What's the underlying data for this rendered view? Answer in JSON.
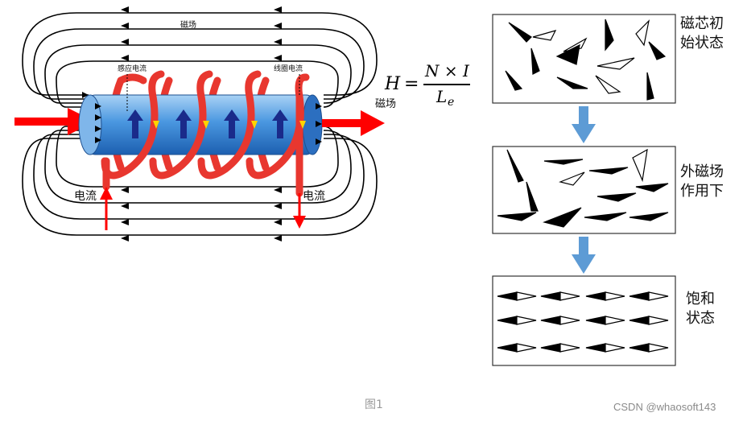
{
  "diagram": {
    "labels": {
      "magnetic_field_top": "磁场",
      "induced_current": "感应电流",
      "coil_current": "线圈电流",
      "current_left": "电流",
      "current_right": "电流",
      "magnetic_field_left": "磁场"
    },
    "formula": {
      "lhs": "H",
      "equals": "=",
      "numerator": "N × I",
      "denominator_base": "L",
      "denominator_sub": "e"
    },
    "stages": [
      {
        "label": "磁芯初始状态"
      },
      {
        "label": "外磁场作用下"
      },
      {
        "label": "饱和状态"
      }
    ],
    "caption": "图1",
    "watermark": "CSDN @whaosoft143",
    "colors": {
      "coil": "#e8372f",
      "rod": "#3a86d8",
      "arrow_red": "#ff0000",
      "flow_arrow": "#4f8fcc",
      "inner_arrow": "#1a2a8a",
      "yellow_arrow": "#ffd400"
    }
  }
}
